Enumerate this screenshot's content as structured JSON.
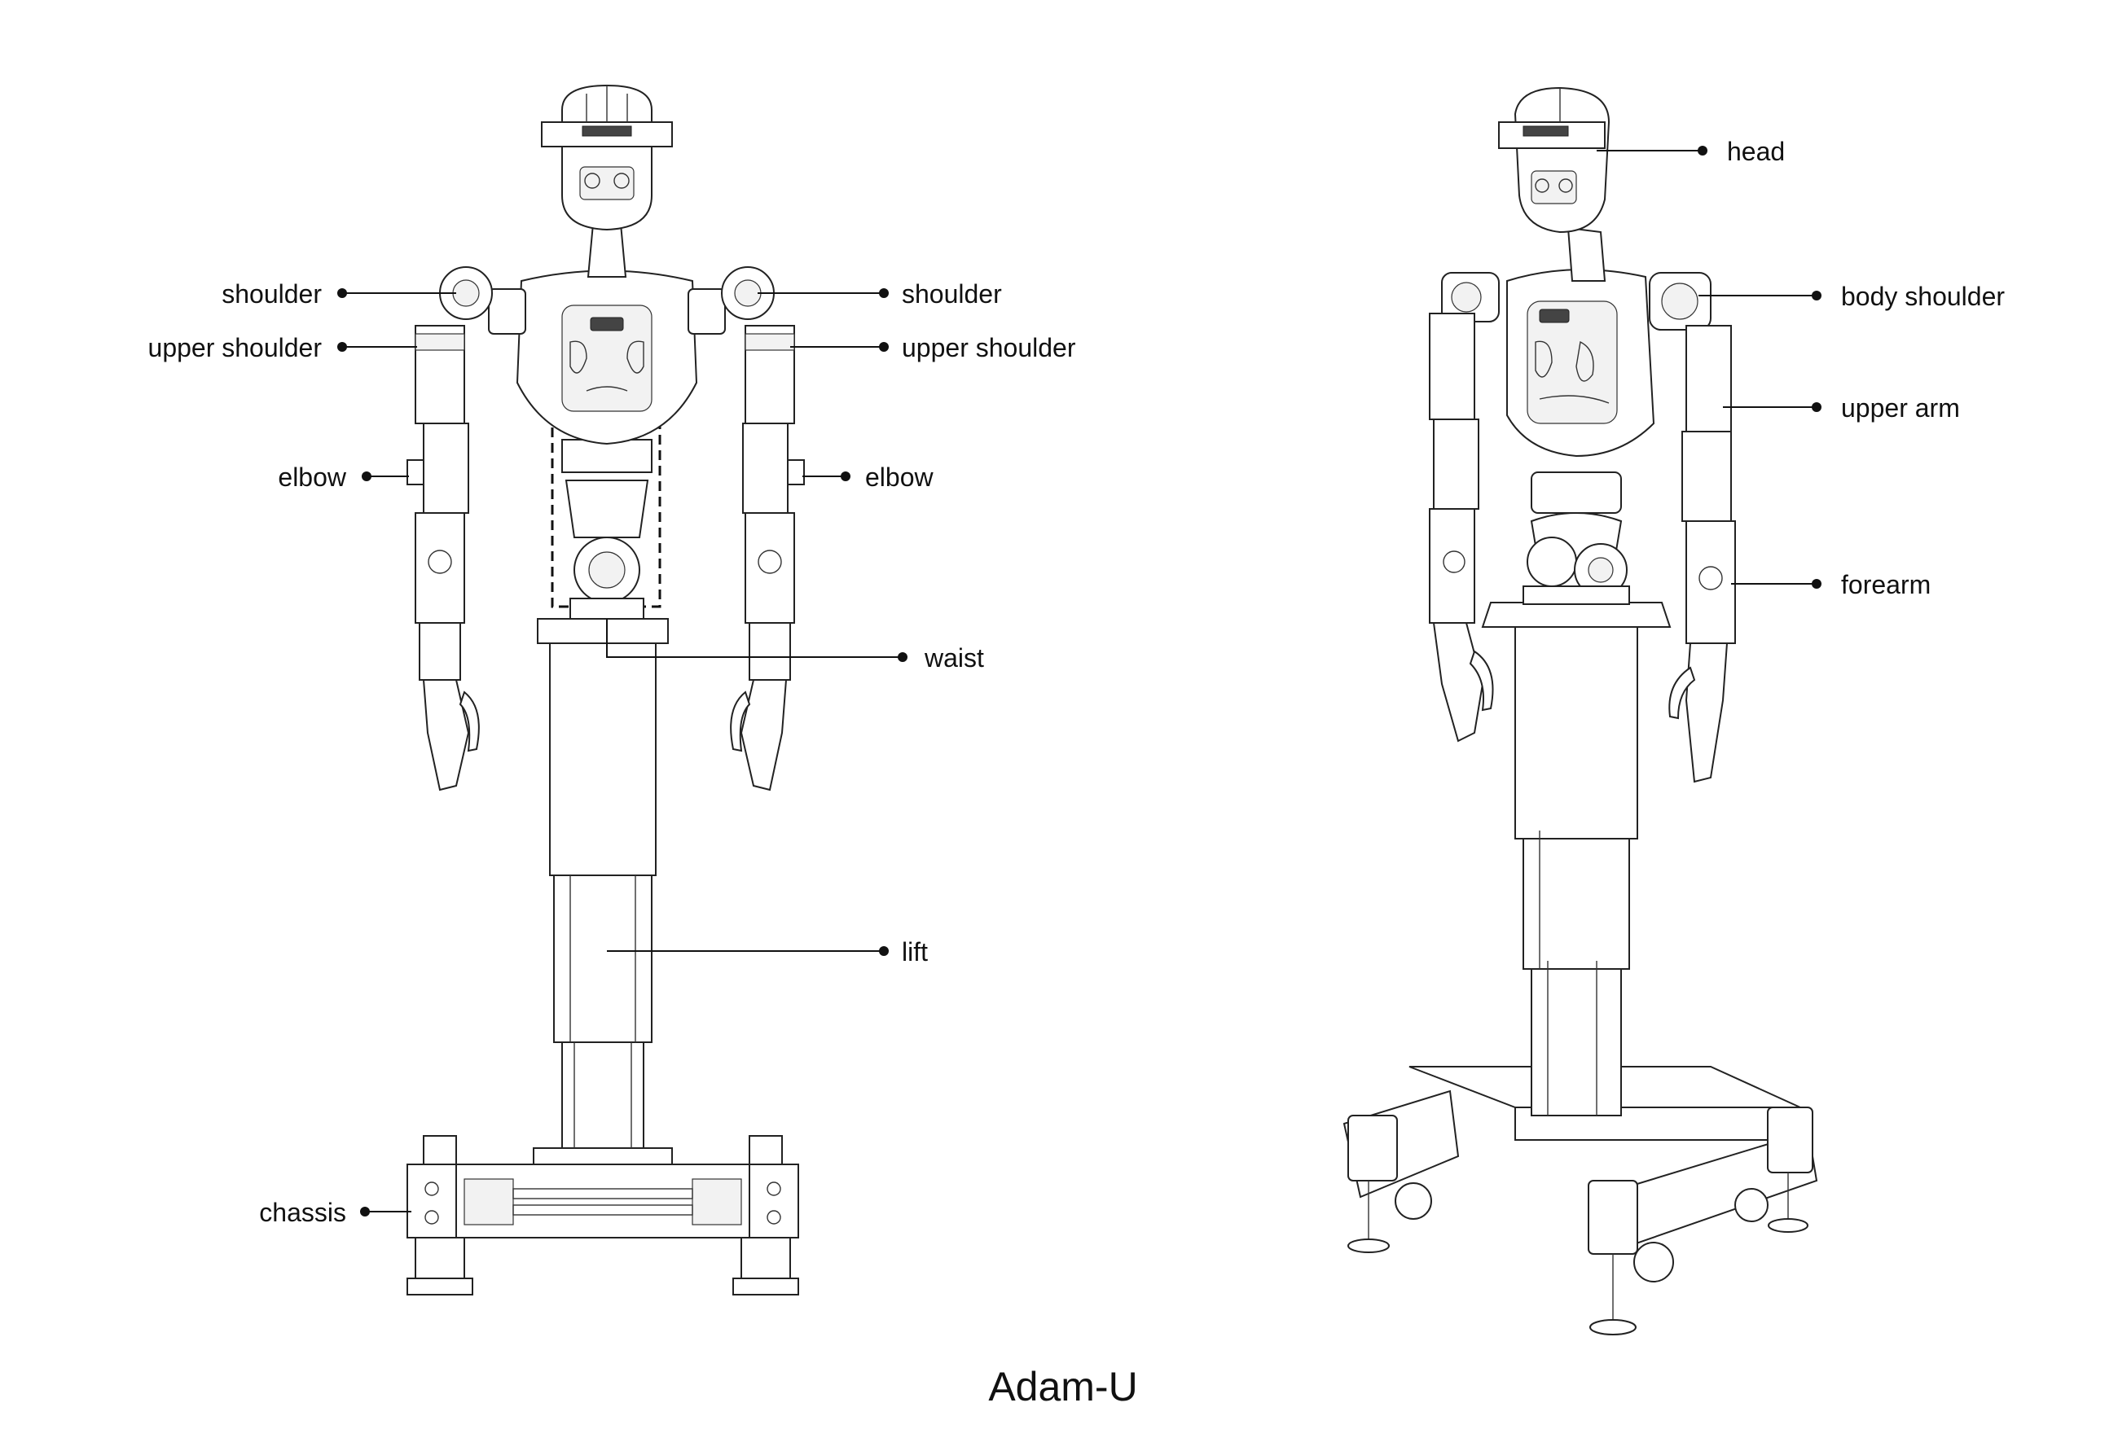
{
  "title": "Adam-U",
  "front_labels": {
    "shoulder_left": "shoulder",
    "shoulder_right": "shoulder",
    "upper_shoulder_left": "upper shoulder",
    "upper_shoulder_right": "upper shoulder",
    "elbow_left": "elbow",
    "elbow_right": "elbow",
    "waist": "waist",
    "lift": "lift",
    "chassis": "chassis"
  },
  "side_labels": {
    "head": "head",
    "body_shoulder": "body shoulder",
    "upper_arm": "upper arm",
    "forearm": "forearm"
  },
  "colors": {
    "line": "#222222",
    "text": "#111111",
    "background": "#ffffff"
  }
}
